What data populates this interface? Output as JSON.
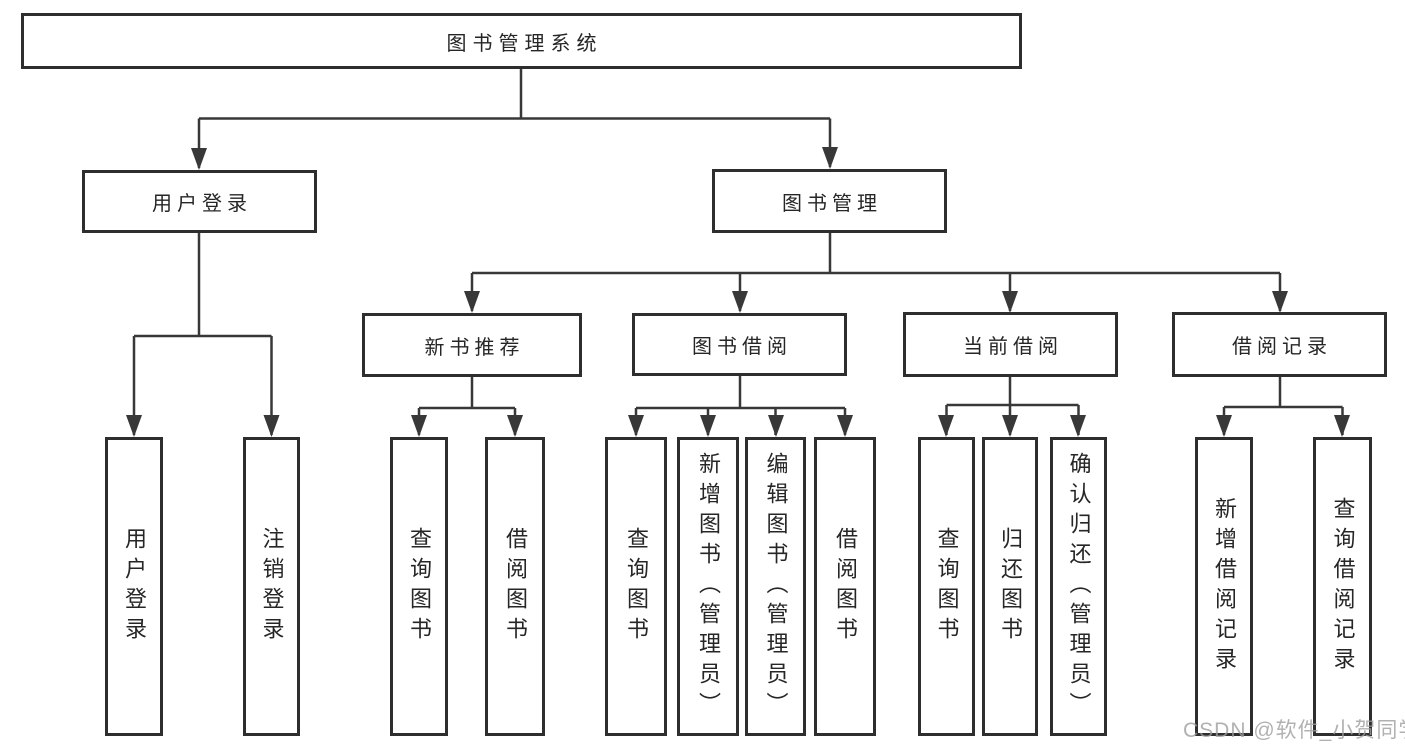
{
  "title": "图书管理系统",
  "watermark": "CSDN @软件_小贺同学",
  "colors": {
    "line": "#383838",
    "box_border": "#2e2e2e",
    "text": "#262626",
    "watermark": "#9e9e9e",
    "background": "#ffffff"
  },
  "nodes": {
    "root": "图书管理系统",
    "level2": [
      "用户登录",
      "图书管理"
    ],
    "level3": [
      "新书推荐",
      "图书借阅",
      "当前借阅",
      "借阅记录"
    ],
    "leaves": {
      "user_login": [
        "用户登录",
        "注销登录"
      ],
      "new_book_recommend": [
        "查询图书",
        "借阅图书"
      ],
      "book_borrow": [
        "查询图书",
        "新增图书（管理员）",
        "编辑图书（管理员）",
        "借阅图书"
      ],
      "current_borrow": [
        "查询图书",
        "归还图书",
        "确认归还（管理员）"
      ],
      "borrow_record": [
        "新增借阅记录",
        "查询借阅记录"
      ]
    }
  }
}
